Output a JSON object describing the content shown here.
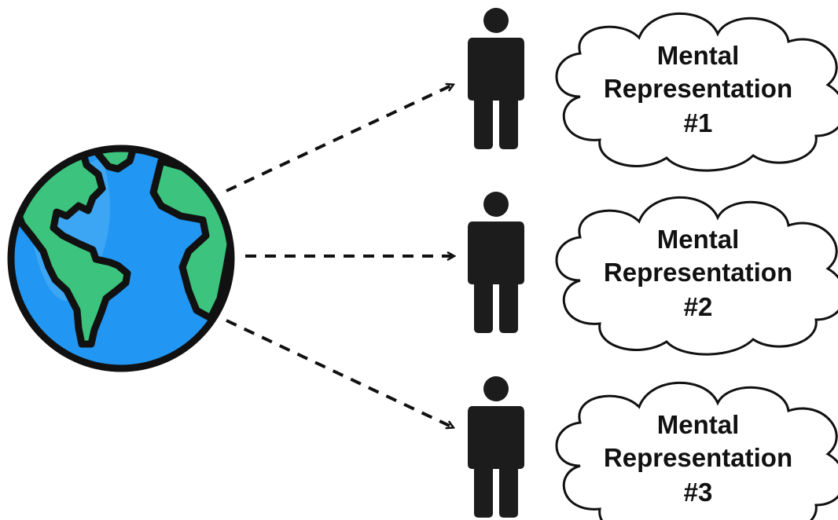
{
  "colors": {
    "ocean": "#2196f3",
    "ocean_light": "#4fb0f5",
    "land": "#3cc37d",
    "land_light": "#65d69a",
    "outline": "#111111",
    "person": "#1c1c1c",
    "cloud_fill": "#ffffff"
  },
  "icons": {
    "globe": "globe-icon",
    "person": "person-icon",
    "cloud": "thought-cloud"
  },
  "clouds": [
    {
      "line1": "Mental",
      "line2": "Representation",
      "line3": "#1"
    },
    {
      "line1": "Mental",
      "line2": "Representation",
      "line3": "#2"
    },
    {
      "line1": "Mental",
      "line2": "Representation",
      "line3": "#3"
    }
  ]
}
